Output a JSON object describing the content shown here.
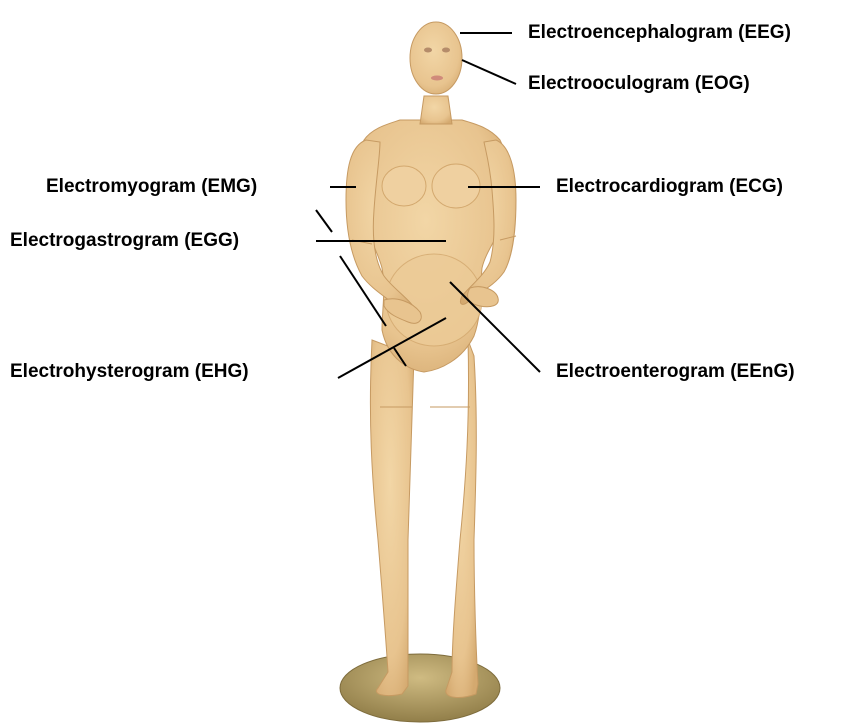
{
  "labels": {
    "eeg": "Electroencephalogram (EEG)",
    "eog": "Electrooculogram (EOG)",
    "emg": "Electromyogram (EMG)",
    "ecg": "Electrocardiogram (ECG)",
    "egg": "Electrogastrogram (EGG)",
    "ehg": "Electrohysterogram (EHG)",
    "eeng": "Electroenterogram (EEnG)"
  },
  "colors": {
    "skin": "#ecca97",
    "skin_shade": "#d9b07a",
    "skin_light": "#f3d9ad",
    "base": "#b9a268",
    "line": "#000000"
  }
}
